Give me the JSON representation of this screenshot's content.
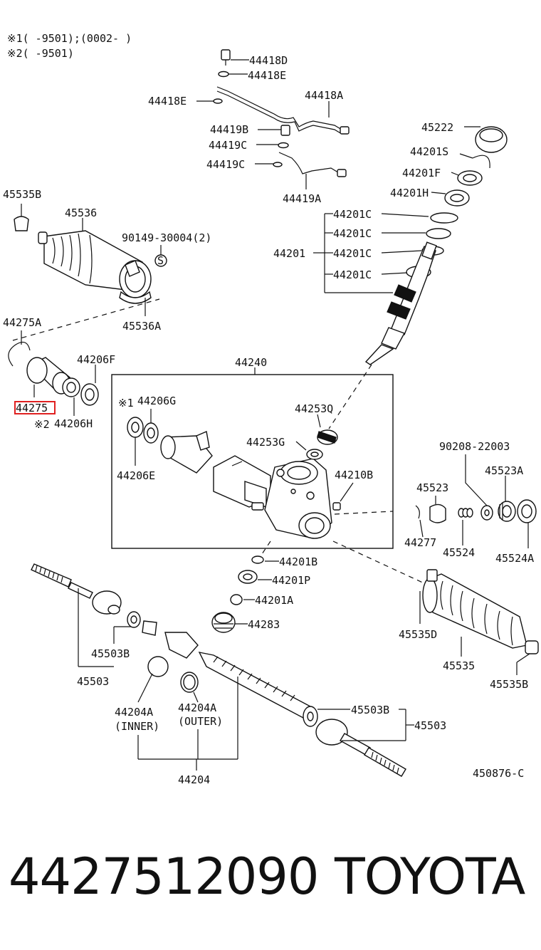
{
  "notes": {
    "note1": "※1(    -9501);(0002-    )",
    "note2": "※2(    -9501)"
  },
  "labels": {
    "p44418D": "44418D",
    "p44418E_a": "44418E",
    "p44418E_b": "44418E",
    "p44418A": "44418A",
    "p44419B": "44419B",
    "p44419C_a": "44419C",
    "p44419C_b": "44419C",
    "p44419A": "44419A",
    "p45222": "45222",
    "p44201S": "44201S",
    "p44201F": "44201F",
    "p44201H": "44201H",
    "p44201C_1": "44201C",
    "p44201C_2": "44201C",
    "p44201C_3": "44201C",
    "p44201C_4": "44201C",
    "p44201": "44201",
    "p45535B_top": "45535B",
    "p45536": "45536",
    "p90149": "90149-30004(2)",
    "p90149_mark": "S",
    "p45536A": "45536A",
    "p44275A": "44275A",
    "p44206F": "44206F",
    "p44275": "44275",
    "p44206H": "44206H",
    "p44206H_mark": "※2",
    "p44240": "44240",
    "p44206G": "44206G",
    "p44206G_mark": "※1",
    "p44206E": "44206E",
    "p44253Q": "44253Q",
    "p44253G": "44253G",
    "p44210B": "44210B",
    "p90208": "90208-22003",
    "p45523A": "45523A",
    "p45523": "45523",
    "p44277": "44277",
    "p45524": "45524",
    "p45524A": "45524A",
    "p44201B": "44201B",
    "p44201P": "44201P",
    "p44201A": "44201A",
    "p44283": "44283",
    "p45535D": "45535D",
    "p45535": "45535",
    "p45535B_bottom": "45535B",
    "p45503B_left": "45503B",
    "p45503_left": "45503",
    "p44204A_inner": "44204A",
    "p44204A_inner_sub": "(INNER)",
    "p44204A_outer": "44204A",
    "p44204A_outer_sub": "(OUTER)",
    "p44204": "44204",
    "p45503B_right": "45503B",
    "p45503_right": "45503",
    "drawing_code": "450876-C"
  },
  "highlight_color": "#e02020",
  "caption": {
    "part_number": "4427512090",
    "brand": "TOYOTA"
  }
}
